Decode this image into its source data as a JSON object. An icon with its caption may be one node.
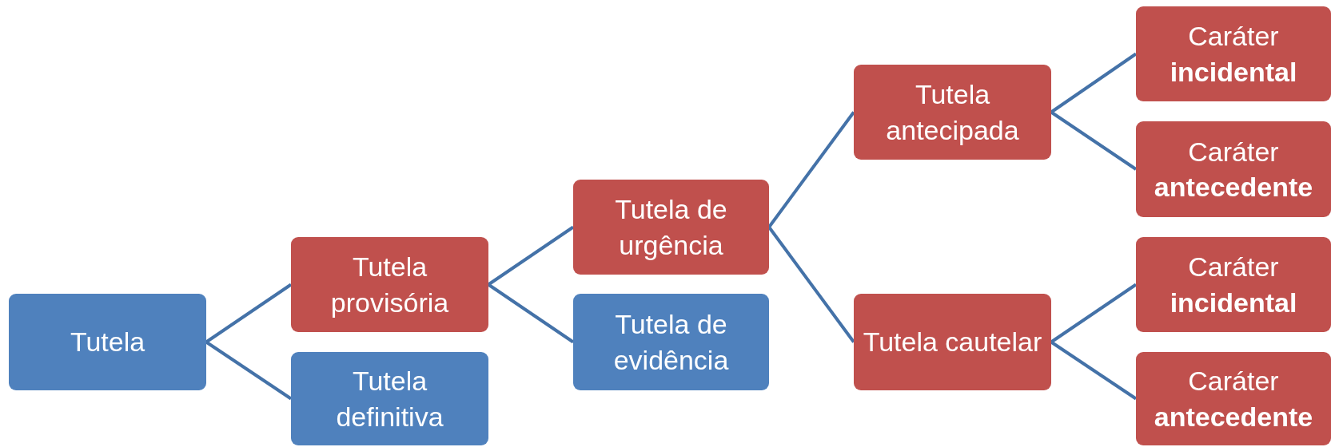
{
  "diagram": {
    "nodes": [
      {
        "text": [
          "Tutela"
        ]
      },
      {
        "text": [
          "Tutela provisória"
        ]
      },
      {
        "text": [
          "Tutela definitiva"
        ]
      },
      {
        "text": [
          "Tutela de urgência"
        ]
      },
      {
        "text": [
          "Tutela de evidência"
        ]
      },
      {
        "text": [
          "Tutela antecipada"
        ]
      },
      {
        "text": [
          "Tutela cautelar"
        ]
      },
      {
        "text": [
          "Caráter **incidental**"
        ]
      },
      {
        "text": [
          "Caráter **antecedente**"
        ]
      },
      {
        "text": [
          "Caráter **incidental**"
        ]
      },
      {
        "text": [
          "Caráter **antecedente**"
        ]
      }
    ],
    "edges": [
      {
        "from": 0,
        "to": 1,
        "arrow": "none"
      },
      {
        "from": 0,
        "to": 2,
        "arrow": "none"
      },
      {
        "from": 1,
        "to": 3,
        "arrow": "none"
      },
      {
        "from": 1,
        "to": 4,
        "arrow": "none"
      },
      {
        "from": 3,
        "to": 5,
        "arrow": "none"
      },
      {
        "from": 3,
        "to": 6,
        "arrow": "none"
      },
      {
        "from": 5,
        "to": 7,
        "arrow": "none"
      },
      {
        "from": 5,
        "to": 8,
        "arrow": "none"
      },
      {
        "from": 6,
        "to": 9,
        "arrow": "none"
      },
      {
        "from": 6,
        "to": 10,
        "arrow": "none"
      }
    ]
  }
}
